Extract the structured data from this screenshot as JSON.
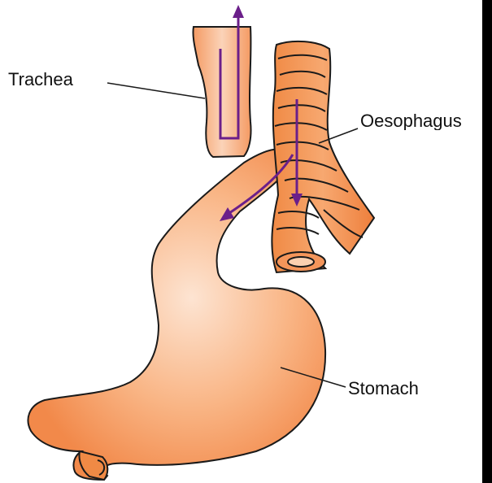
{
  "labels": {
    "trachea": "Trachea",
    "oesophagus": "Oesophagus",
    "stomach": "Stomach"
  },
  "colors": {
    "organ_fill": "#f7a06b",
    "organ_dark": "#ef7e3a",
    "organ_light": "#fde0cc",
    "outline": "#1a1a1a",
    "arrow": "#6b1f8a",
    "trachea_ring": "#e06a2a"
  },
  "icons": [
    "arrow-up-icon",
    "arrow-down-icon",
    "arrow-diagonal-icon"
  ]
}
